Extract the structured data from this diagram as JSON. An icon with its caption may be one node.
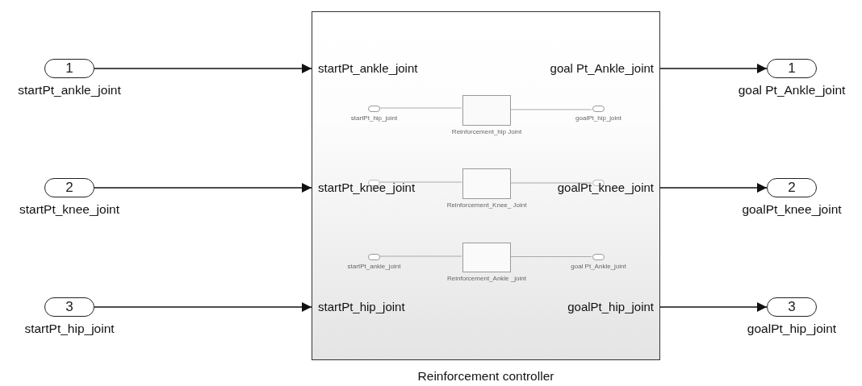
{
  "diagram": {
    "nodes": [
      {
        "text": [
          "1"
        ],
        "beside": [
          "startPt_ankle_joint"
        ]
      },
      {
        "text": [
          "2"
        ],
        "beside": [
          "startPt_knee_joint"
        ]
      },
      {
        "text": [
          "3"
        ],
        "beside": [
          "startPt_hip_joint"
        ]
      },
      {
        "text": [
          "startPt_ankle_joint",
          "goal Pt_Ankle_joint",
          "startPt_knee_joint",
          "goalPt_knee_joint",
          "startPt_hip_joint",
          "goalPt_hip_joint"
        ],
        "beside": [
          "Reinforcement controller"
        ]
      },
      {
        "text": [],
        "shape": "box",
        "in": 3,
        "beside": [
          "startPt_hip_joint"
        ]
      },
      {
        "text": [],
        "shape": "box",
        "in": 3,
        "beside": [
          "Reinforcement_hip Joint"
        ]
      },
      {
        "text": [],
        "shape": "box",
        "in": 3,
        "beside": [
          "goalPt_hip_joint"
        ]
      },
      {
        "text": [],
        "shape": "box",
        "in": 3
      },
      {
        "text": [],
        "shape": "box",
        "in": 3,
        "beside": [
          "Reinforcement_Knee_ Joint"
        ]
      },
      {
        "text": [],
        "shape": "box",
        "in": 3
      },
      {
        "text": [],
        "shape": "box",
        "in": 3,
        "beside": [
          "startPt_ankle_joint"
        ]
      },
      {
        "text": [],
        "shape": "box",
        "in": 3,
        "beside": [
          "Reinforcement_Ankle _joint"
        ]
      },
      {
        "text": [],
        "shape": "box",
        "in": 3,
        "beside": [
          "goal Pt_Ankle_joint"
        ]
      },
      {
        "text": [
          "1"
        ],
        "beside": [
          "goal Pt_Ankle_joint"
        ]
      },
      {
        "text": [
          "2"
        ],
        "beside": [
          "goalPt_knee_joint"
        ]
      },
      {
        "text": [
          "3"
        ],
        "beside": [
          "goalPt_hip_joint"
        ]
      }
    ],
    "edges": [
      {
        "from": 0,
        "to": 3,
        "arrow": "to"
      },
      {
        "from": 1,
        "to": 3,
        "arrow": "to"
      },
      {
        "from": 2,
        "to": 3,
        "arrow": "to"
      },
      {
        "from": 3,
        "to": 13,
        "arrow": "to"
      },
      {
        "from": 3,
        "to": 14,
        "arrow": "to"
      },
      {
        "from": 3,
        "to": 15,
        "arrow": "to"
      },
      {
        "from": 4,
        "to": 5,
        "arrow": "none",
        "color": "#aaaaaa"
      },
      {
        "from": 5,
        "to": 6,
        "arrow": "none",
        "color": "#aaaaaa"
      },
      {
        "from": 7,
        "to": 8,
        "arrow": "none",
        "color": "#aaaaaa"
      },
      {
        "from": 8,
        "to": 9,
        "arrow": "none",
        "color": "#aaaaaa"
      },
      {
        "from": 10,
        "to": 11,
        "arrow": "none",
        "color": "#aaaaaa"
      },
      {
        "from": 11,
        "to": 12,
        "arrow": "none",
        "color": "#aaaaaa"
      }
    ]
  }
}
